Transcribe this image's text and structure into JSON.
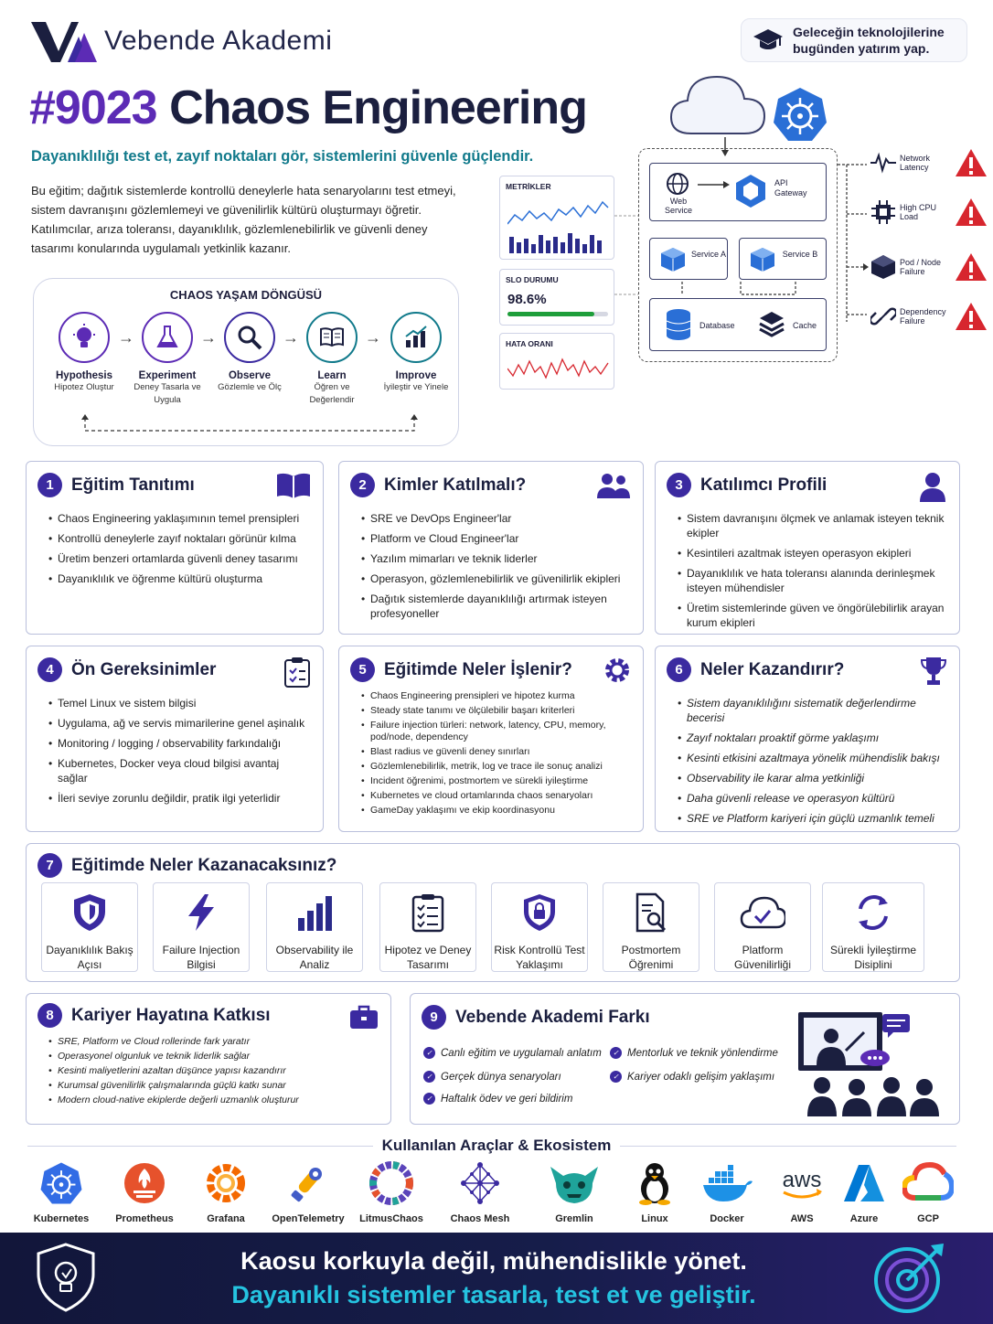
{
  "brand": {
    "name": "Vebende Akademi"
  },
  "tagline": "Geleceğin teknolojilerine\nbugünden yatırım yap.",
  "title": {
    "number": "#9023",
    "text": "Chaos Engineering"
  },
  "subtitle": "Dayanıklılığı test et, zayıf noktaları gör, sistemlerini güvenle güçlendir.",
  "intro": [
    "Bu eğitim; dağıtık sistemlerde kontrollü deneylerle hata senaryolarını test etmeyi,",
    "sistem davranışını gözlemlemeyi ve güvenilirlik kültürü oluşturmayı öğretir.",
    "Katılımcılar, arıza toleransı, dayanıklılık, gözlemlenebilirlik ve güvenli deney",
    "tasarımı konularında uygulamalı yetkinlik kazanır."
  ],
  "lifecycle": {
    "title": "CHAOS YAŞAM DÖNGÜSÜ",
    "steps": [
      {
        "label": "Hypothesis",
        "sub": "Hipotez Oluştur",
        "icon": "lightbulb-icon",
        "color": "#5c2bb5"
      },
      {
        "label": "Experiment",
        "sub": "Deney Tasarla ve Uygula",
        "icon": "flask-icon",
        "color": "#5c2bb5"
      },
      {
        "label": "Observe",
        "sub": "Gözlemle ve Ölç",
        "icon": "magnifier-icon",
        "color": "#3b2aa0"
      },
      {
        "label": "Learn",
        "sub": "Öğren ve Değerlendir",
        "icon": "book-icon",
        "color": "#117a8b"
      },
      {
        "label": "Improve",
        "sub": "İyileştir ve Yinele",
        "icon": "growth-chart-icon",
        "color": "#117a8b"
      }
    ]
  },
  "diagram": {
    "metrics": {
      "title": "METRİKLER"
    },
    "slo": {
      "title": "SLO DURUMU",
      "value": "98.6%",
      "fill": 0.86
    },
    "error": {
      "title": "HATA ORANI"
    },
    "nodes": {
      "web": "Web Service",
      "api": "API Gateway",
      "svc_a": "Service A",
      "svc_b": "Service B",
      "db": "Database",
      "cache": "Cache"
    },
    "failures": [
      "Network Latency",
      "High CPU Load",
      "Pod / Node Failure",
      "Dependency Failure"
    ],
    "colors": {
      "k8s": "#2a6fd6",
      "warn": "#d7262e"
    }
  },
  "cards": {
    "c1": {
      "num": "1",
      "title": "Eğitim Tanıtımı",
      "items": [
        "Chaos Engineering yaklaşımının temel prensipleri",
        "Kontrollü deneylerle zayıf noktaları görünür kılma",
        "Üretim benzeri ortamlarda güvenli deney tasarımı",
        "Dayanıklılık ve öğrenme kültürü oluşturma"
      ]
    },
    "c2": {
      "num": "2",
      "title": "Kimler Katılmalı?",
      "items": [
        "SRE ve DevOps Engineer'lar",
        "Platform ve Cloud Engineer'lar",
        "Yazılım mimarları ve teknik liderler",
        "Operasyon, gözlemlenebilirlik ve güvenilirlik ekipleri",
        "Dağıtık sistemlerde dayanıklılığı artırmak isteyen profesyoneller"
      ]
    },
    "c3": {
      "num": "3",
      "title": "Katılımcı Profili",
      "items": [
        "Sistem davranışını ölçmek ve anlamak isteyen teknik ekipler",
        "Kesintileri azaltmak isteyen operasyon ekipleri",
        "Dayanıklılık ve hata toleransı alanında derinleşmek isteyen mühendisler",
        "Üretim sistemlerinde güven ve öngörülebilirlik arayan kurum ekipleri"
      ]
    },
    "c4": {
      "num": "4",
      "title": "Ön Gereksinimler",
      "items": [
        "Temel Linux ve sistem bilgisi",
        "Uygulama, ağ ve servis mimarilerine genel aşinalık",
        "Monitoring / logging / observability farkındalığı",
        "Kubernetes, Docker veya cloud bilgisi avantaj sağlar",
        "İleri seviye zorunlu değildir, pratik ilgi yeterlidir"
      ]
    },
    "c5": {
      "num": "5",
      "title": "Eğitimde Neler İşlenir?",
      "items": [
        "Chaos Engineering prensipleri ve hipotez kurma",
        "Steady state tanımı ve ölçülebilir başarı kriterleri",
        "Failure injection türleri: network, latency, CPU, memory, pod/node, dependency",
        "Blast radius ve güvenli deney sınırları",
        "Gözlemlenebilirlik, metrik, log ve trace ile sonuç analizi",
        "Incident öğrenimi, postmortem ve sürekli iyileştirme",
        "Kubernetes ve cloud ortamlarında chaos senaryoları",
        "GameDay yaklaşımı ve ekip koordinasyonu"
      ]
    },
    "c6": {
      "num": "6",
      "title": "Neler Kazandırır?",
      "items": [
        "Sistem dayanıklılığını sistematik değerlendirme becerisi",
        "Zayıf noktaları proaktif görme yaklaşımı",
        "Kesinti etkisini azaltmaya yönelik mühendislik bakışı",
        "Observability ile karar alma yetkinliği",
        "Daha güvenli release ve operasyon kültürü",
        "SRE ve Platform kariyeri için güçlü uzmanlık temeli"
      ]
    }
  },
  "gains": {
    "num": "7",
    "title": "Eğitimde Neler Kazanacaksınız?",
    "items": [
      {
        "label": "Dayanıklılık Bakış Açısı",
        "icon": "shield-icon"
      },
      {
        "label": "Failure Injection Bilgisi",
        "icon": "lightning-icon"
      },
      {
        "label": "Observability ile Analiz",
        "icon": "bar-chart-icon"
      },
      {
        "label": "Hipotez ve Deney Tasarımı",
        "icon": "checklist-icon"
      },
      {
        "label": "Risk Kontrollü Test Yaklaşımı",
        "icon": "shield-lock-icon"
      },
      {
        "label": "Postmortem Öğrenimi",
        "icon": "document-search-icon"
      },
      {
        "label": "Platform Güvenilirliği",
        "icon": "cloud-check-icon"
      },
      {
        "label": "Sürekli İyileştirme Disiplini",
        "icon": "cycle-icon"
      }
    ]
  },
  "career": {
    "num": "8",
    "title": "Kariyer Hayatına Katkısı",
    "items": [
      "SRE, Platform ve Cloud rollerinde fark yaratır",
      "Operasyonel olgunluk ve teknik liderlik sağlar",
      "Kesinti maliyetlerini azaltan düşünce yapısı kazandırır",
      "Kurumsal güvenilirlik çalışmalarında güçlü katkı sunar",
      "Modern cloud-native ekiplerde değerli uzmanlık oluşturur"
    ]
  },
  "difference": {
    "num": "9",
    "title": "Vebende Akademi Farkı",
    "left": [
      "Canlı eğitim ve uygulamalı anlatım",
      "Gerçek dünya senaryoları",
      "Haftalık ödev ve geri bildirim"
    ],
    "right": [
      "Mentorluk ve teknik yönlendirme",
      "Kariyer odaklı gelişim yaklaşımı"
    ]
  },
  "tools": {
    "title": "Kullanılan Araçlar & Ekosistem",
    "items": [
      {
        "name": "Kubernetes",
        "icon": "kubernetes-logo",
        "color": "#326ce5"
      },
      {
        "name": "Prometheus",
        "icon": "prometheus-logo",
        "color": "#e6522c"
      },
      {
        "name": "Grafana",
        "icon": "grafana-logo",
        "color": "#f46800"
      },
      {
        "name": "OpenTelemetry",
        "icon": "opentelemetry-logo",
        "color": "#425cc7"
      },
      {
        "name": "LitmusChaos",
        "icon": "litmuschaos-logo",
        "color": "#5b44ba"
      },
      {
        "name": "Chaos Mesh",
        "icon": "chaos-mesh-logo",
        "color": "#3b2aa0"
      },
      {
        "name": "Gremlin",
        "icon": "gremlin-logo",
        "color": "#1fa39a"
      },
      {
        "name": "Linux",
        "icon": "linux-logo",
        "color": "#111111"
      },
      {
        "name": "Docker",
        "icon": "docker-logo",
        "color": "#1d91e6"
      },
      {
        "name": "AWS",
        "icon": "aws-logo",
        "color": "#ff9900"
      },
      {
        "name": "Azure",
        "icon": "azure-logo",
        "color": "#0078d4"
      },
      {
        "name": "GCP",
        "icon": "gcp-logo",
        "color": "#4285f4"
      }
    ]
  },
  "footer": {
    "line1": "Kaosu korkuyla değil, mühendislikle yönet.",
    "line2": "Dayanıklı sistemler tasarla, test et ve geliştir."
  }
}
